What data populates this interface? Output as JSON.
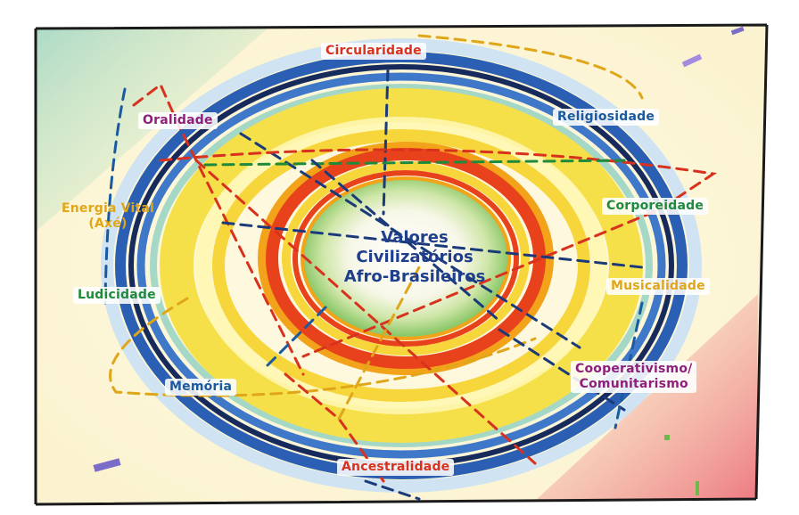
{
  "center": {
    "line1": "Valores",
    "line2": "Civilizatórios",
    "line3": "Afro-Brasileiros"
  },
  "values": {
    "circularidade": "Circularidade",
    "religiosidade": "Religiosidade",
    "corporeidade": "Corporeidade",
    "musicalidade": "Musicalidade",
    "cooperativismo": "Cooperativismo/",
    "comunitarismo": "Comunitarismo",
    "ancestralidade": "Ancestralidade",
    "memoria": "Memória",
    "ludicidade": "Ludicidade",
    "energia_vital": "Energia Vital",
    "axe": "(Axé)",
    "oralidade": "Oralidade"
  },
  "colors": {
    "center_text": "#1f3f8c",
    "circularidade": "#d8321e",
    "religiosidade": "#1a5a9e",
    "corporeidade": "#1f8a3c",
    "musicalidade": "#e0a61a",
    "cooperativismo": "#8e1f7a",
    "ancestralidade": "#d8321e",
    "memoria": "#1a5a9e",
    "ludicidade": "#1f8a3c",
    "energia_vital": "#e0a61a",
    "oralidade": "#8e1f7a",
    "ring_red": "#e8421c",
    "ring_orange": "#f2a31a",
    "ring_yellow": "#f6e04a",
    "ring_blue": "#2b5fb3",
    "ring_navy": "#162a5c",
    "frame": "#1a1a1a"
  }
}
